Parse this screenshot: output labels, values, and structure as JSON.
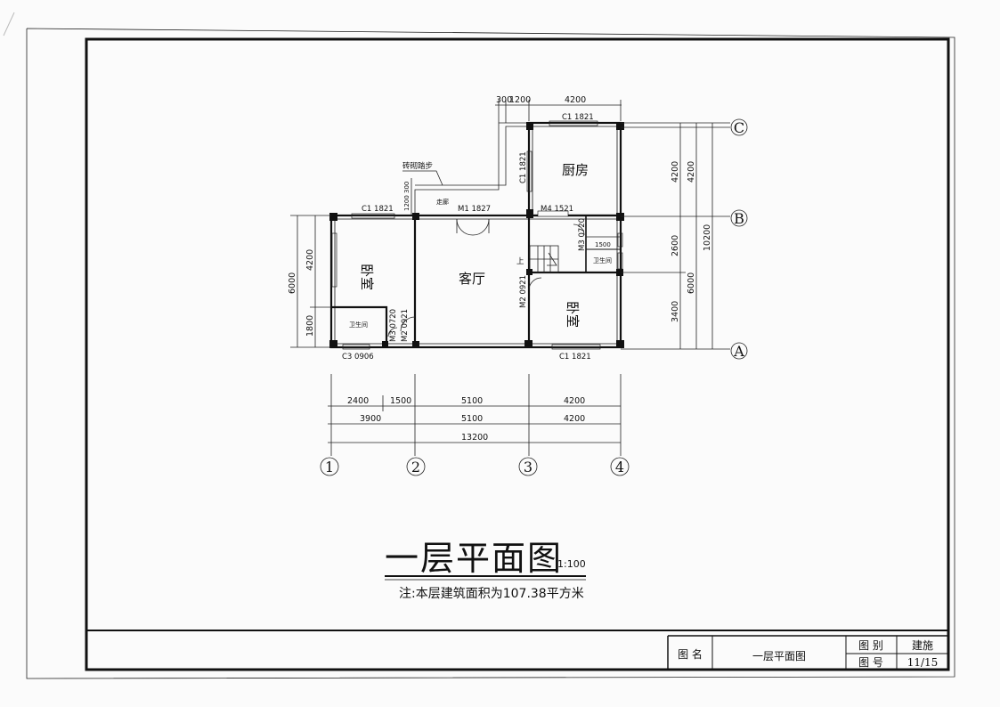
{
  "drawing": {
    "title": "一层平面图",
    "scale": "1:100",
    "note": "注:本层建筑面积为107.38平方米"
  },
  "title_block": {
    "name_label": "图  名",
    "name_value": "一层平面图",
    "category_label": "图  别",
    "category_value": "建施",
    "number_label": "图  号",
    "number_value": "11/15"
  },
  "rooms": {
    "bedroom_left": "卧室",
    "bedroom_right": "卧室",
    "living": "客厅",
    "kitchen": "厨房",
    "bath_left": "卫生间",
    "bath_right": "卫生间",
    "corridor": "走廊",
    "brick_steps": "砖砌踏步",
    "stair_up": "上"
  },
  "openings": {
    "c1_top_left": "C1 1821",
    "m1": "M1 1827",
    "m4": "M4 1521",
    "c1_kitchen_top": "C1 1821",
    "c1_kitchen_left": "C1 1821",
    "m3_right": "M3 0720",
    "m2_right": "M2 0921",
    "m3_left": "M3 0720",
    "m2_left": "M2 0921",
    "c3": "C3 0906",
    "c1_bottom_right": "C1 1821"
  },
  "axes": {
    "a": "A",
    "b": "B",
    "c": "C",
    "n1": "1",
    "n2": "2",
    "n3": "3",
    "n4": "4"
  },
  "dimensions": {
    "top_300": "300",
    "top_1200": "1200",
    "top_4200": "4200",
    "corr_1200": "1200",
    "corr_300": "300",
    "left_6000": "6000",
    "left_4200": "4200",
    "left_1800": "1800",
    "right_1500": "1500",
    "right_4200": "4200",
    "right_2600": "2600",
    "right_3400": "3400",
    "right_6000": "6000",
    "right_4200b": "4200",
    "right_10200": "10200",
    "row1_2400": "2400",
    "row1_1500": "1500",
    "row1_5100": "5100",
    "row1_4200": "4200",
    "row2_3900": "3900",
    "row2_5100": "5100",
    "row2_4200": "4200",
    "row3_13200": "13200"
  }
}
